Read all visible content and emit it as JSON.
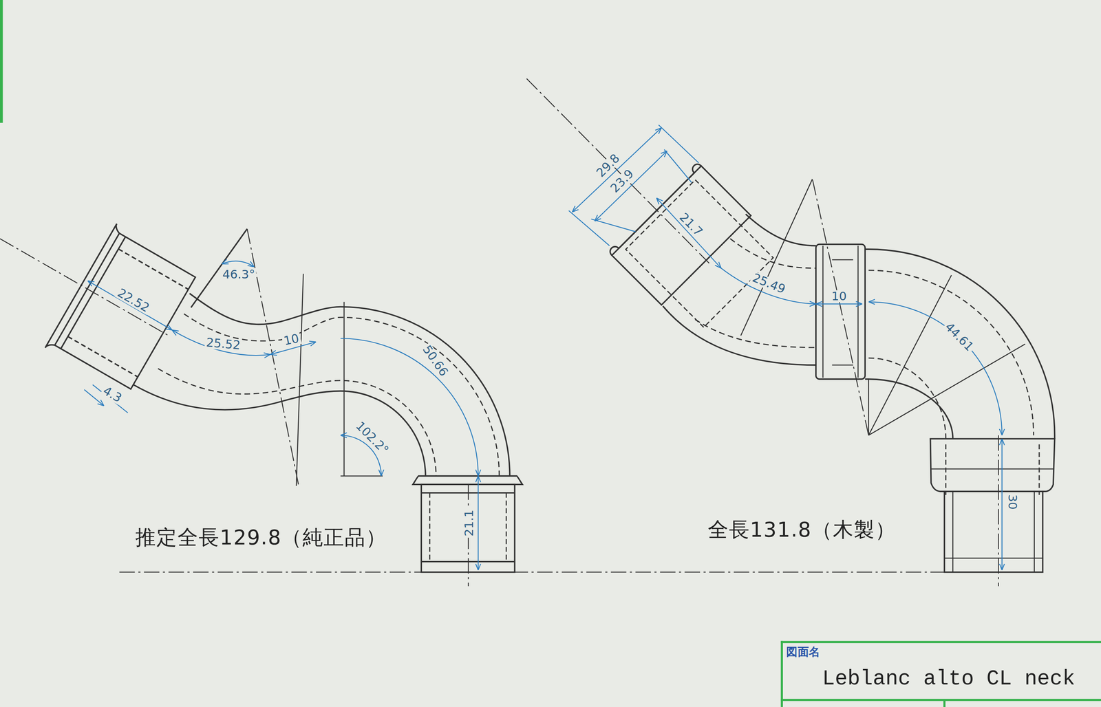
{
  "diagram": {
    "nodes": [
      {
        "text": [
          "図面名",
          "Leblanc alto CL neck"
        ]
      }
    ],
    "labels": [
      "22.52",
      "4.3",
      "25.52",
      "10",
      "50.66",
      "21.1",
      "46.3°",
      "102.2°",
      "推定全長129.8（純正品）",
      "29.8",
      "23.9",
      "21.7",
      "25.49",
      "10",
      "44.61",
      "30",
      "全長131.8（木製）"
    ]
  }
}
